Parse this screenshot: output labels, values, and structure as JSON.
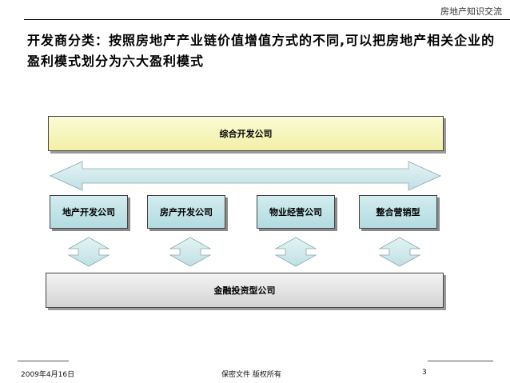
{
  "header": {
    "text": "房地产知识交流"
  },
  "title": "开发商分类：按照房地产产业链价值增值方式的不同,可以把房地产相关企业的盈利模式划分为六大盈利模式",
  "diagram": {
    "top_box": "综合开发公司",
    "middle_boxes": [
      "地产开发公司",
      "房产开发公司",
      "物业经营公司",
      "整合营销型"
    ],
    "bottom_box": "金融投资型公司",
    "colors": {
      "top_fill": "#f2f0a4",
      "middle_fill": "#b3dbe0",
      "bottom_fill": "#d4d4d4",
      "arrow_fill": "#cfe8ec"
    }
  },
  "footer": {
    "date": "2009年4月16日",
    "confidential": "保密文件  版权所有",
    "page": "3"
  }
}
